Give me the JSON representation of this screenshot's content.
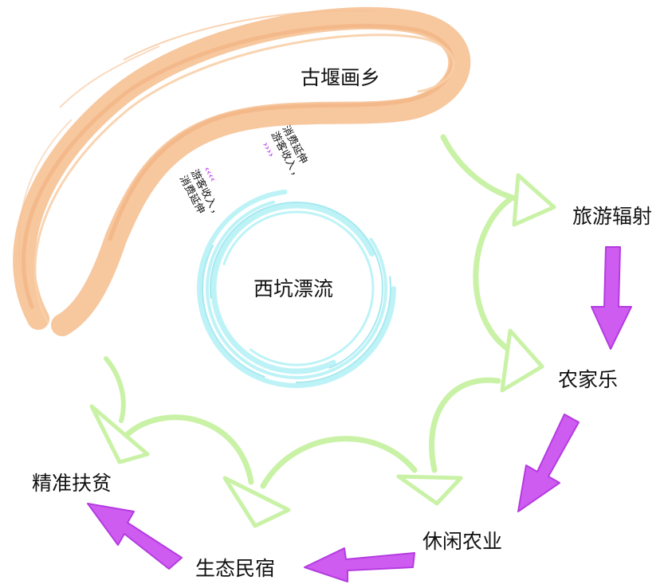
{
  "colors": {
    "orange": "#f6c193",
    "cyan": "#bdf3f7",
    "green": "#c9f2a6",
    "green_edge": "#a8e38a",
    "purple": "#cf5cf1",
    "purple_edge": "#b43be0",
    "chevron": "#c24ff0"
  },
  "nodes": {
    "top": "古堰画乡",
    "center": "西坑漂流",
    "n1": "旅游辐射",
    "n2": "农家乐",
    "n3": "休闲农业",
    "n4": "生态民宿",
    "n5": "精准扶贫"
  },
  "annotations": {
    "income_line1": "游客收入",
    "income_line2": "消费延伸",
    "income2_line1": "游客收入",
    "income2_line2": "消费延伸",
    "comma": "，",
    "chevrons_right": "››››",
    "chevrons_left": "‹‹‹‹"
  }
}
